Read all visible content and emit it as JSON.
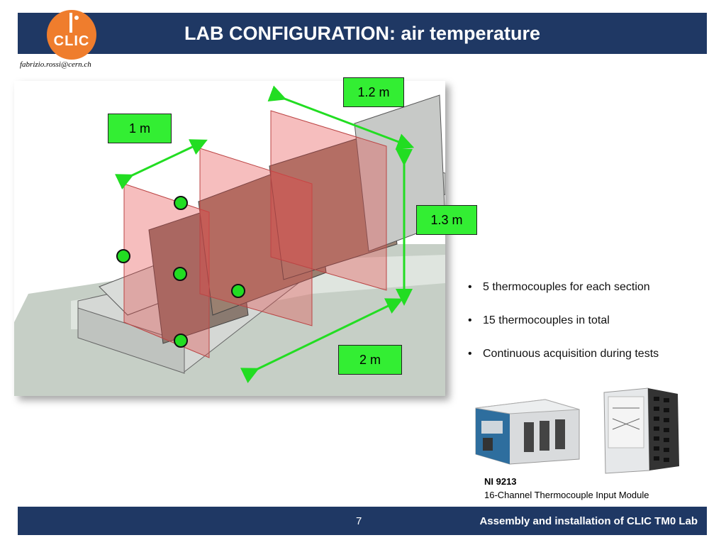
{
  "header": {
    "title": "LAB CONFIGURATION: air temperature"
  },
  "logo": {
    "text": "CLIC",
    "color": "#ef7d2d"
  },
  "author": {
    "email": "fabrizio.rossi@cern.ch"
  },
  "diagram": {
    "dimensions": [
      "1.2 m",
      "1 m",
      "1.3 m",
      "2 m"
    ]
  },
  "bullets": [
    "5 thermocouples for each section",
    "15 thermocouples in total",
    "Continuous acquisition during tests"
  ],
  "hardware": {
    "title": "NI 9213",
    "subtitle": "16-Channel Thermocouple Input Module"
  },
  "footer": {
    "page": "7",
    "text": "Assembly and installation of CLIC TM0 Lab"
  },
  "colors": {
    "bar": "#1f3864",
    "label": "#33ee33",
    "arrow": "#22dd22"
  }
}
